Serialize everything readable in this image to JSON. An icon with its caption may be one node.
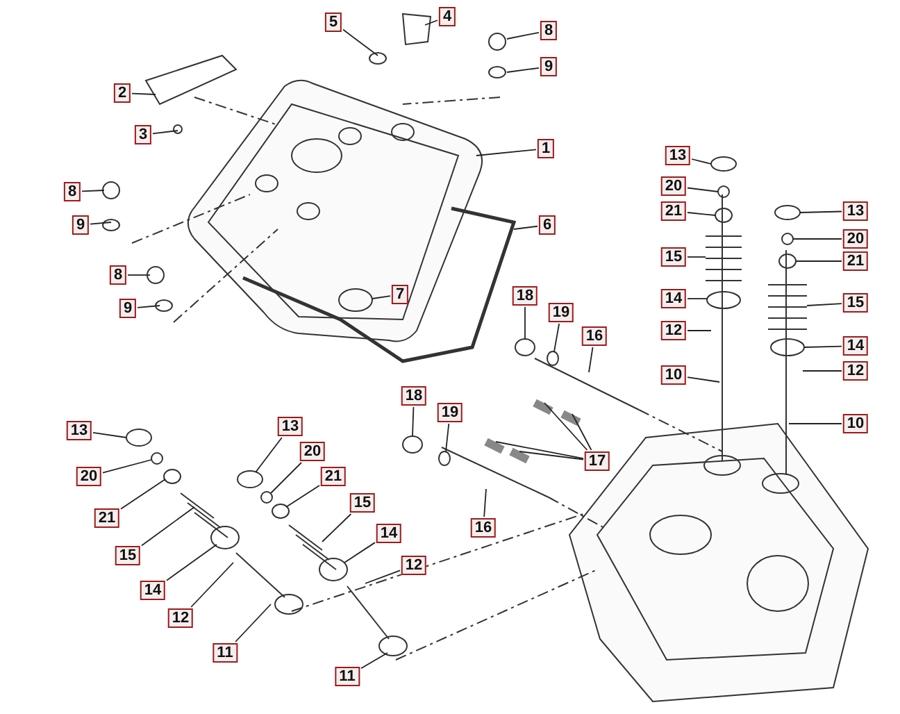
{
  "diagram": {
    "nodes": [
      {
        "text": [
          "5"
        ]
      },
      {
        "text": [
          "4"
        ]
      },
      {
        "text": [
          "8"
        ]
      },
      {
        "text": [
          "9"
        ]
      },
      {
        "text": [
          "2"
        ]
      },
      {
        "text": [
          "3"
        ]
      },
      {
        "text": [
          "1"
        ]
      },
      {
        "text": [
          "8"
        ]
      },
      {
        "text": [
          "9"
        ]
      },
      {
        "text": [
          "6"
        ]
      },
      {
        "text": [
          "8"
        ]
      },
      {
        "text": [
          "9"
        ]
      },
      {
        "text": [
          "7"
        ]
      },
      {
        "text": [
          "13"
        ]
      },
      {
        "text": [
          "20"
        ]
      },
      {
        "text": [
          "21"
        ]
      },
      {
        "text": [
          "15"
        ]
      },
      {
        "text": [
          "14"
        ]
      },
      {
        "text": [
          "12"
        ]
      },
      {
        "text": [
          "10"
        ]
      },
      {
        "text": [
          "13"
        ]
      },
      {
        "text": [
          "20"
        ]
      },
      {
        "text": [
          "21"
        ]
      },
      {
        "text": [
          "15"
        ]
      },
      {
        "text": [
          "14"
        ]
      },
      {
        "text": [
          "12"
        ]
      },
      {
        "text": [
          "10"
        ]
      },
      {
        "text": [
          "18"
        ]
      },
      {
        "text": [
          "19"
        ]
      },
      {
        "text": [
          "16"
        ]
      },
      {
        "text": [
          "18"
        ]
      },
      {
        "text": [
          "19"
        ]
      },
      {
        "text": [
          "16"
        ]
      },
      {
        "text": [
          "17"
        ]
      },
      {
        "text": [
          "13"
        ]
      },
      {
        "text": [
          "20"
        ]
      },
      {
        "text": [
          "21"
        ]
      },
      {
        "text": [
          "15"
        ]
      },
      {
        "text": [
          "14"
        ]
      },
      {
        "text": [
          "12"
        ]
      },
      {
        "text": [
          "11"
        ]
      },
      {
        "text": [
          "13"
        ]
      },
      {
        "text": [
          "20"
        ]
      },
      {
        "text": [
          "21"
        ]
      },
      {
        "text": [
          "15"
        ]
      },
      {
        "text": [
          "14"
        ]
      },
      {
        "text": [
          "12"
        ]
      },
      {
        "text": [
          "11"
        ]
      }
    ],
    "edges": [
      {
        "from": 0,
        "to": null,
        "arrow": "none"
      },
      {
        "from": 1,
        "to": null,
        "arrow": "none"
      },
      {
        "from": 2,
        "to": null,
        "arrow": "none"
      },
      {
        "from": 3,
        "to": null,
        "arrow": "none"
      },
      {
        "from": 4,
        "to": null,
        "arrow": "none"
      },
      {
        "from": 5,
        "to": null,
        "arrow": "none"
      },
      {
        "from": 6,
        "to": null,
        "arrow": "none"
      },
      {
        "from": 7,
        "to": null,
        "arrow": "none"
      },
      {
        "from": 8,
        "to": null,
        "arrow": "none"
      },
      {
        "from": 9,
        "to": null,
        "arrow": "none"
      },
      {
        "from": 10,
        "to": null,
        "arrow": "none"
      },
      {
        "from": 11,
        "to": null,
        "arrow": "none"
      },
      {
        "from": 12,
        "to": null,
        "arrow": "none"
      },
      {
        "from": 13,
        "to": null,
        "arrow": "none"
      },
      {
        "from": 14,
        "to": null,
        "arrow": "none"
      },
      {
        "from": 15,
        "to": null,
        "arrow": "none"
      },
      {
        "from": 16,
        "to": null,
        "arrow": "none"
      },
      {
        "from": 17,
        "to": null,
        "arrow": "none"
      },
      {
        "from": 18,
        "to": null,
        "arrow": "none"
      },
      {
        "from": 19,
        "to": null,
        "arrow": "none"
      },
      {
        "from": 20,
        "to": null,
        "arrow": "none"
      },
      {
        "from": 21,
        "to": null,
        "arrow": "none"
      },
      {
        "from": 22,
        "to": null,
        "arrow": "none"
      },
      {
        "from": 23,
        "to": null,
        "arrow": "none"
      },
      {
        "from": 24,
        "to": null,
        "arrow": "none"
      },
      {
        "from": 25,
        "to": null,
        "arrow": "none"
      },
      {
        "from": 26,
        "to": null,
        "arrow": "none"
      },
      {
        "from": 27,
        "to": null,
        "arrow": "none"
      },
      {
        "from": 28,
        "to": null,
        "arrow": "none"
      },
      {
        "from": 29,
        "to": null,
        "arrow": "none"
      },
      {
        "from": 30,
        "to": null,
        "arrow": "none"
      },
      {
        "from": 31,
        "to": null,
        "arrow": "none"
      },
      {
        "from": 32,
        "to": null,
        "arrow": "none"
      },
      {
        "from": 33,
        "to": null,
        "arrow": "none"
      },
      {
        "from": 33,
        "to": null,
        "arrow": "none"
      },
      {
        "from": 33,
        "to": null,
        "arrow": "none"
      },
      {
        "from": 33,
        "to": null,
        "arrow": "none"
      },
      {
        "from": 34,
        "to": null,
        "arrow": "none"
      },
      {
        "from": 35,
        "to": null,
        "arrow": "none"
      },
      {
        "from": 36,
        "to": null,
        "arrow": "none"
      },
      {
        "from": 37,
        "to": null,
        "arrow": "none"
      },
      {
        "from": 38,
        "to": null,
        "arrow": "none"
      },
      {
        "from": 39,
        "to": null,
        "arrow": "none"
      },
      {
        "from": 40,
        "to": null,
        "arrow": "none"
      },
      {
        "from": 41,
        "to": null,
        "arrow": "none"
      },
      {
        "from": 42,
        "to": null,
        "arrow": "none"
      },
      {
        "from": 43,
        "to": null,
        "arrow": "none"
      },
      {
        "from": 44,
        "to": null,
        "arrow": "none"
      },
      {
        "from": 45,
        "to": null,
        "arrow": "none"
      },
      {
        "from": 46,
        "to": null,
        "arrow": "none"
      },
      {
        "from": 47,
        "to": null,
        "arrow": "none"
      }
    ]
  }
}
